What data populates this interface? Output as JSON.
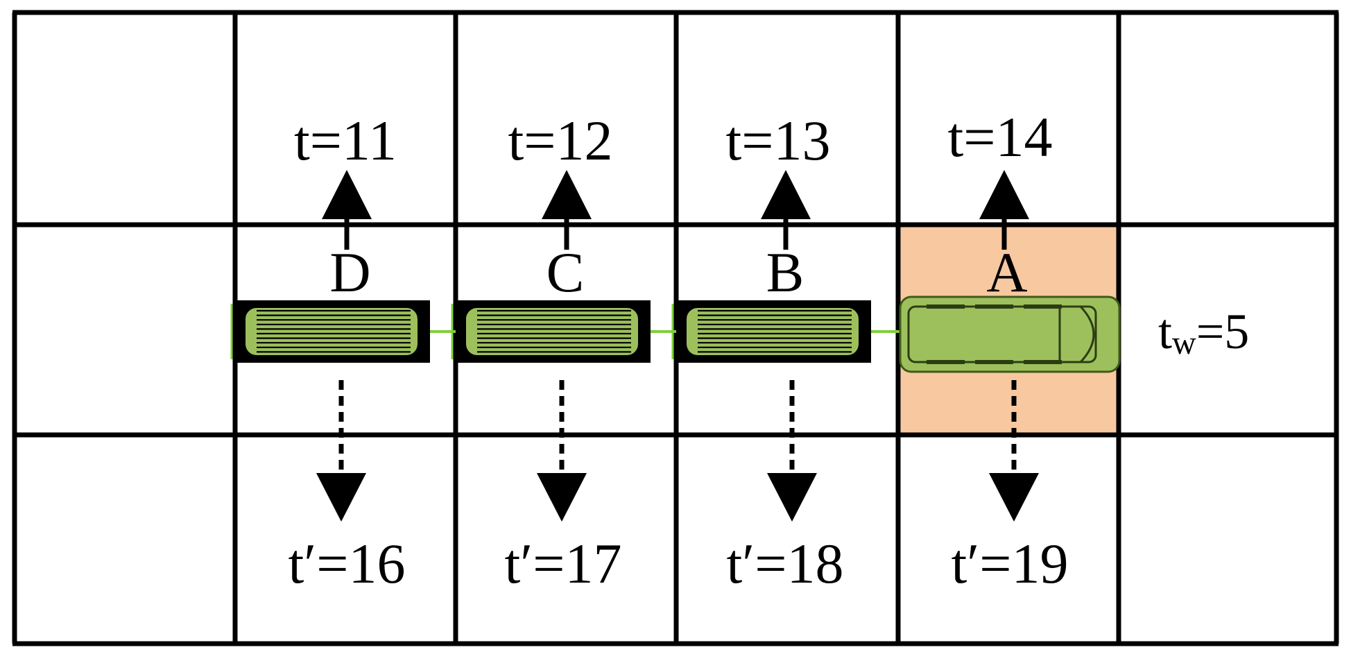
{
  "colors": {
    "grid": "#000000",
    "highlight_cell": "#f8c8a0",
    "vehicle_green": "#9dc05c",
    "coupler_green": "#7fd03a",
    "text": "#000000"
  },
  "grid": {
    "rows": 3,
    "cols": 6
  },
  "vehicles": [
    {
      "id": "D",
      "label": "D",
      "kind": "trailer",
      "up_time": "t=11",
      "down_time": "t′=16",
      "col": 1
    },
    {
      "id": "C",
      "label": "C",
      "kind": "trailer",
      "up_time": "t=12",
      "down_time": "t′=17",
      "col": 2
    },
    {
      "id": "B",
      "label": "B",
      "kind": "trailer",
      "up_time": "t=13",
      "down_time": "t′=18",
      "col": 3
    },
    {
      "id": "A",
      "label": "A",
      "kind": "lead",
      "up_time": "t=14",
      "down_time": "t′=19",
      "col": 4,
      "highlighted": true
    }
  ],
  "wait_time": {
    "base": "t",
    "subscript": "w",
    "value": "=5"
  },
  "icons": {
    "up_arrow": "solid-up-arrow-icon",
    "down_arrow": "dashed-down-arrow-icon",
    "trailer": "trailer-car-icon",
    "lead": "lead-van-icon"
  }
}
